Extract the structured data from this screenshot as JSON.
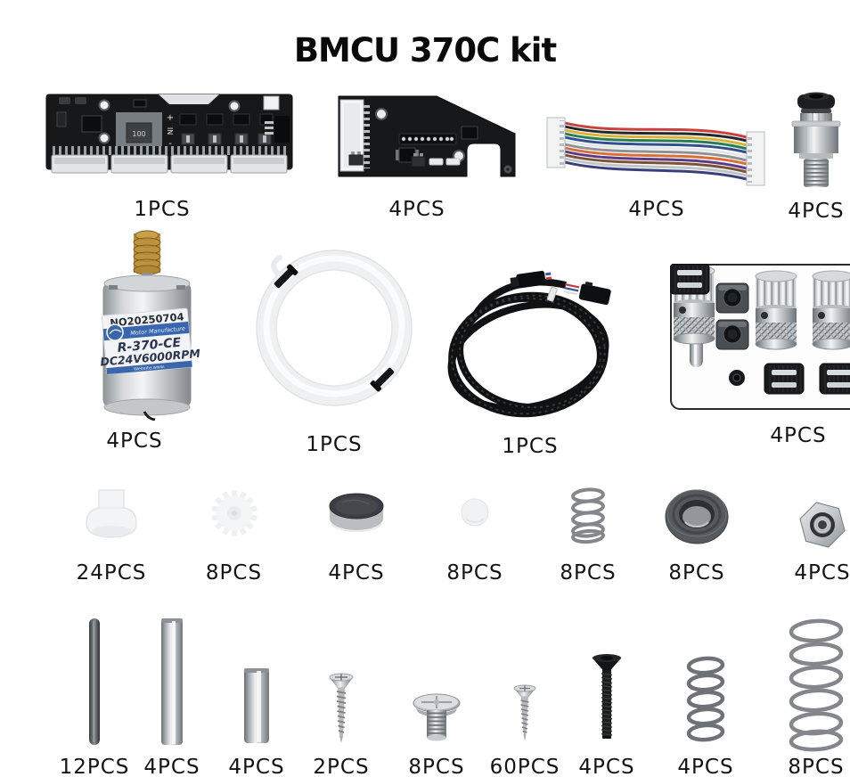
{
  "title": "BMCU 370C kit",
  "items": [
    {
      "id": "mainboard",
      "qty": "1PCS"
    },
    {
      "id": "adapter-pcb",
      "qty": "4PCS"
    },
    {
      "id": "ribbon-cable",
      "qty": "4PCS"
    },
    {
      "id": "pneumatic-fitting",
      "qty": "4PCS"
    },
    {
      "id": "dc-motor",
      "qty": "4PCS"
    },
    {
      "id": "ptfe-tube",
      "qty": "1PCS"
    },
    {
      "id": "cable-harness",
      "qty": "1PCS"
    },
    {
      "id": "drive-gear-kit",
      "qty": "4PCS"
    },
    {
      "id": "plastic-bushing",
      "qty": "24PCS"
    },
    {
      "id": "plastic-gear",
      "qty": "8PCS"
    },
    {
      "id": "magnet",
      "qty": "4PCS"
    },
    {
      "id": "white-disc",
      "qty": "8PCS"
    },
    {
      "id": "spring-short",
      "qty": "8PCS"
    },
    {
      "id": "bearing",
      "qty": "8PCS"
    },
    {
      "id": "hex-nut",
      "qty": "4PCS"
    },
    {
      "id": "pin-thin",
      "qty": "12PCS"
    },
    {
      "id": "pin-thick",
      "qty": "4PCS"
    },
    {
      "id": "pin-short",
      "qty": "4PCS"
    },
    {
      "id": "screw-self-tapping",
      "qty": "2PCS"
    },
    {
      "id": "screw-flat-head",
      "qty": "8PCS"
    },
    {
      "id": "screw-small",
      "qty": "60PCS"
    },
    {
      "id": "screw-black",
      "qty": "4PCS"
    },
    {
      "id": "spring-medium",
      "qty": "4PCS"
    },
    {
      "id": "spring-large",
      "qty": "8PCS"
    }
  ],
  "motor": {
    "serial": "NO20250704",
    "brand": "Motor Manufacture",
    "model": "R-370-CE",
    "spec": "DC24V6000RPM",
    "website": "Website:www."
  },
  "board_markings": {
    "inductor": "100",
    "input": "IN",
    "plus": "+",
    "minus": "-"
  },
  "colors": {
    "background": "#ffffff",
    "label_text": "#141414",
    "pcb_black": "#17181a",
    "motor_label_blue": "#3a66ad"
  }
}
